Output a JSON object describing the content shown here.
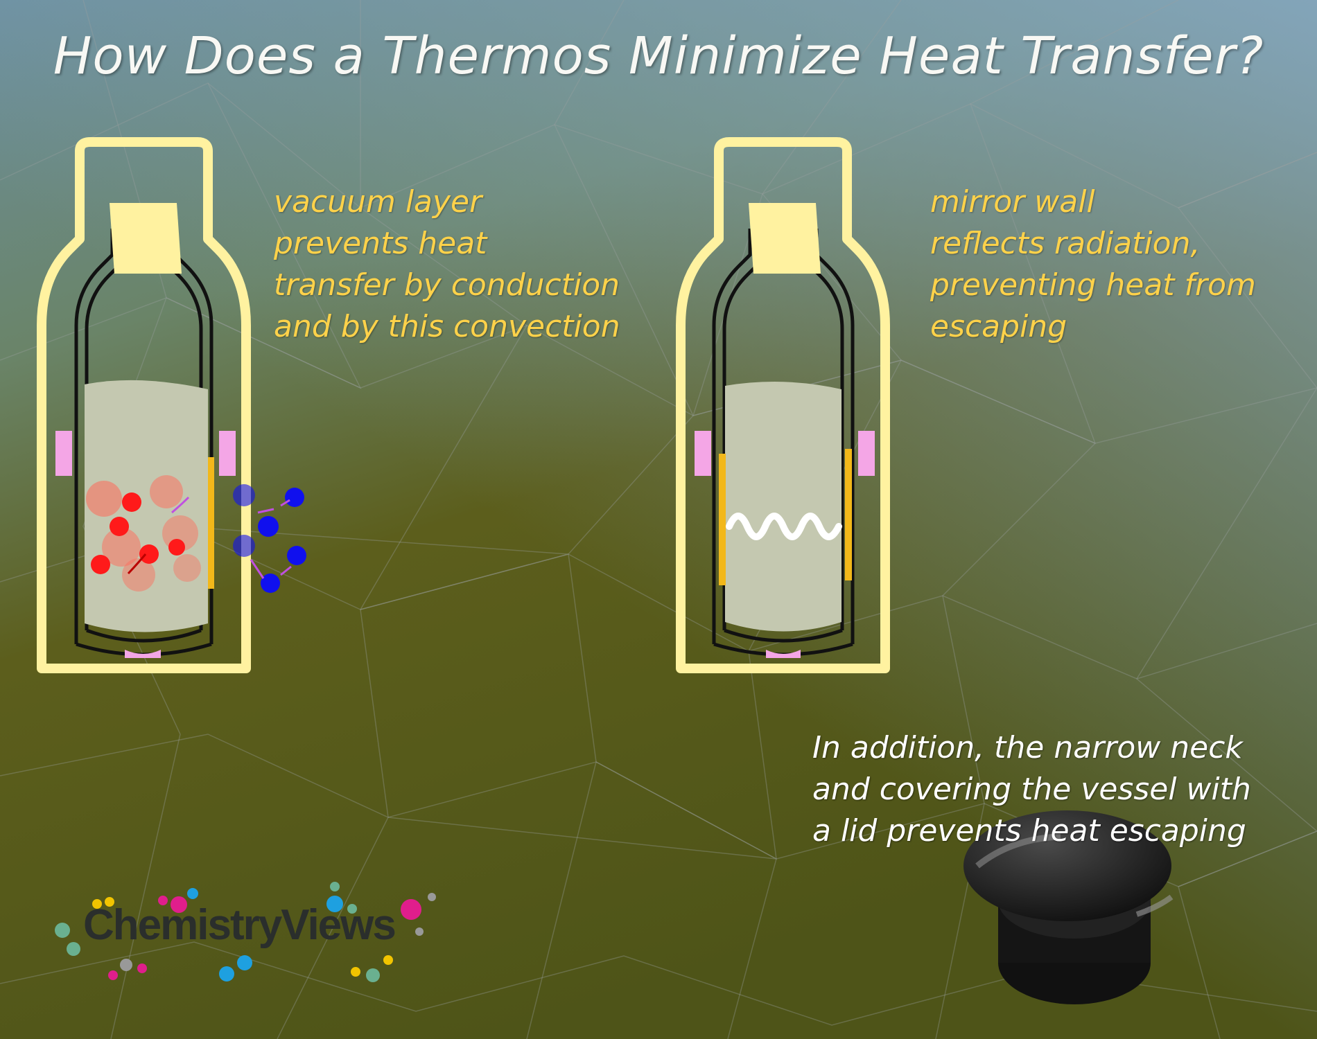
{
  "title": "How Does a Thermos Minimize Heat Transfer?",
  "left_label": {
    "heading": "vacuum layer",
    "lines": [
      "prevents heat",
      "transfer by conduction",
      "and by this convection"
    ]
  },
  "right_label": {
    "heading": "mirror wall",
    "lines": [
      "reflects radiation,",
      "preventing heat from",
      "escaping"
    ]
  },
  "note": {
    "lines": [
      "In addition, the narrow neck",
      "and covering the vessel with",
      "a lid prevents heat escaping"
    ]
  },
  "logo": {
    "text": "ChemistryViews"
  },
  "colors": {
    "bottle_outline": "#fff2a0",
    "liquid": "#c4c8b0",
    "pink_seal": "#f4a6e6",
    "mirror": "#f2b81a",
    "hot_particle": "#ff1a1a",
    "cold_particle": "#1010ee",
    "background_top": "#6f94a6",
    "background_bottom": "#5a5a12"
  },
  "icons": [
    "thermos-bottle-icon",
    "thermos-lid-icon",
    "radiation-wave-icon",
    "particle-icon"
  ]
}
